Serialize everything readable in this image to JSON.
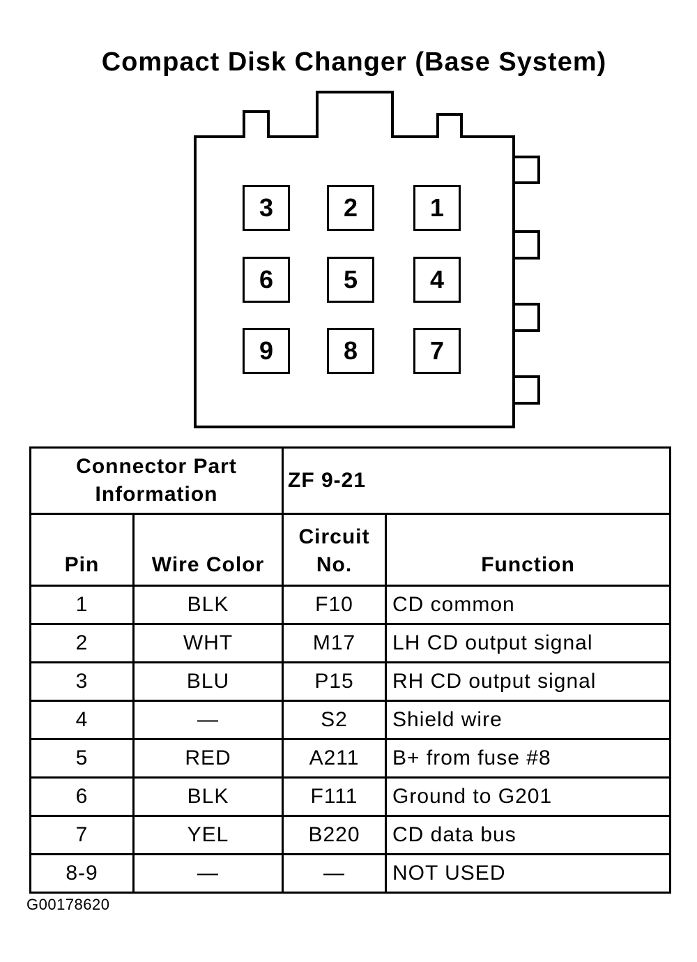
{
  "title": "Compact Disk Changer (Base System)",
  "pins_layout": [
    [
      "3",
      "2",
      "1"
    ],
    [
      "6",
      "5",
      "4"
    ],
    [
      "9",
      "8",
      "7"
    ]
  ],
  "table": {
    "info_label": "Connector Part Information",
    "info_value": "ZF 9-21",
    "headers": {
      "pin": "Pin",
      "wire_color": "Wire Color",
      "circuit": "Circuit No.",
      "function": "Function"
    },
    "rows": [
      {
        "pin": "1",
        "wire_color": "BLK",
        "circuit": "F10",
        "function": "CD common"
      },
      {
        "pin": "2",
        "wire_color": "WHT",
        "circuit": "M17",
        "function": "LH CD output signal"
      },
      {
        "pin": "3",
        "wire_color": "BLU",
        "circuit": "P15",
        "function": "RH CD output signal"
      },
      {
        "pin": "4",
        "wire_color": "—",
        "circuit": "S2",
        "function": "Shield wire"
      },
      {
        "pin": "5",
        "wire_color": "RED",
        "circuit": "A211",
        "function": "B+ from fuse #8"
      },
      {
        "pin": "6",
        "wire_color": "BLK",
        "circuit": "F111",
        "function": "Ground to G201"
      },
      {
        "pin": "7",
        "wire_color": "YEL",
        "circuit": "B220",
        "function": "CD data bus"
      },
      {
        "pin": "8-9",
        "wire_color": "—",
        "circuit": "—",
        "function": "NOT USED"
      }
    ]
  },
  "doc_id": "G00178620"
}
